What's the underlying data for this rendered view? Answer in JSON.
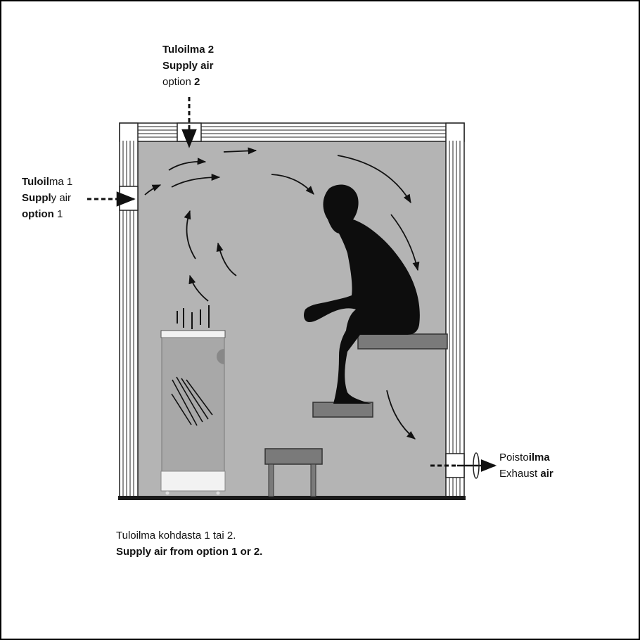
{
  "supply_option_2": {
    "line1_bold": "Tuloilma 2",
    "line2_bold": "Supply air",
    "line3_normal": "option ",
    "line3_bold": "2"
  },
  "supply_option_1": {
    "line1_bold": "Tuloil",
    "line1_normal": "ma 1",
    "line2_bold": "Suppl",
    "line2_normal": "y air",
    "line3_bold": "option",
    "line3_normal": " 1"
  },
  "exhaust": {
    "line1_normal": "Poisto",
    "line1_bold": "ilma",
    "line2_normal": "Exhaust ",
    "line2_bold": "air"
  },
  "caption": {
    "line1": "Tuloilma kohdasta 1 tai 2.",
    "line2": "Supply air from option 1 or 2."
  },
  "colors": {
    "room_fill": "#b4b4b4",
    "wall_fill": "#ffffff",
    "stroke": "#222222",
    "silhouette": "#0d0d0d",
    "bench": "#7a7a7a",
    "heater_fill": "#a8a8a8"
  }
}
